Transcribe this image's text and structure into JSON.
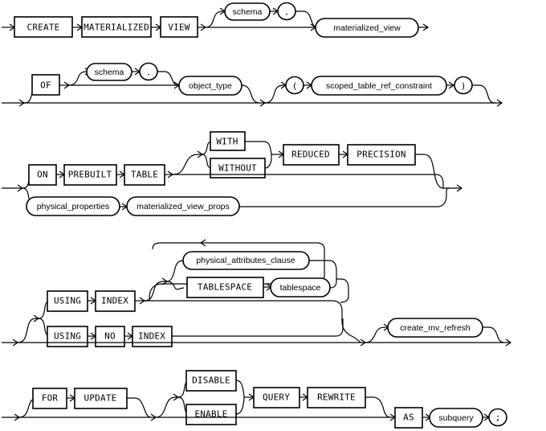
{
  "diagram": {
    "title": "create_materialized_view",
    "type": "railroad-syntax-diagram",
    "dialect": "Oracle SQL",
    "colors": {
      "background": "#ffffff",
      "line": "#000000",
      "text": "#000000"
    }
  },
  "rows": [
    {
      "id": "row-1",
      "nodes": [
        {
          "id": "create",
          "kind": "keyword",
          "label": "CREATE"
        },
        {
          "id": "materialized",
          "kind": "keyword",
          "label": "MATERIALIZED"
        },
        {
          "id": "view",
          "kind": "keyword",
          "label": "VIEW"
        },
        {
          "id": "schema-1",
          "kind": "nonterminal",
          "label": "schema"
        },
        {
          "id": "dot-1",
          "kind": "punctuation",
          "label": "."
        },
        {
          "id": "materialized-view",
          "kind": "nonterminal",
          "label": "materialized_view"
        }
      ]
    },
    {
      "id": "row-2",
      "nodes": [
        {
          "id": "of",
          "kind": "keyword",
          "label": "OF"
        },
        {
          "id": "schema-2",
          "kind": "nonterminal",
          "label": "schema"
        },
        {
          "id": "dot-2",
          "kind": "punctuation",
          "label": "."
        },
        {
          "id": "object-type",
          "kind": "nonterminal",
          "label": "object_type"
        },
        {
          "id": "lparen",
          "kind": "punctuation",
          "label": "("
        },
        {
          "id": "scoped-table-ref-constraint",
          "kind": "nonterminal",
          "label": "scoped_table_ref_constraint"
        },
        {
          "id": "rparen",
          "kind": "punctuation",
          "label": ")"
        }
      ]
    },
    {
      "id": "row-3",
      "nodes": [
        {
          "id": "on",
          "kind": "keyword",
          "label": "ON"
        },
        {
          "id": "prebuilt",
          "kind": "keyword",
          "label": "PREBUILT"
        },
        {
          "id": "table",
          "kind": "keyword",
          "label": "TABLE"
        },
        {
          "id": "with",
          "kind": "keyword",
          "label": "WITH"
        },
        {
          "id": "without",
          "kind": "keyword",
          "label": "WITHOUT"
        },
        {
          "id": "reduced",
          "kind": "keyword",
          "label": "REDUCED"
        },
        {
          "id": "precision",
          "kind": "keyword",
          "label": "PRECISION"
        },
        {
          "id": "physical-properties",
          "kind": "nonterminal",
          "label": "physical_properties"
        },
        {
          "id": "materialized-view-props",
          "kind": "nonterminal",
          "label": "materialized_view_props"
        }
      ]
    },
    {
      "id": "row-4",
      "nodes": [
        {
          "id": "physical-attributes-clause",
          "kind": "nonterminal",
          "label": "physical_attributes_clause"
        },
        {
          "id": "tablespace-kw",
          "kind": "keyword",
          "label": "TABLESPACE"
        },
        {
          "id": "tablespace-name",
          "kind": "nonterminal",
          "label": "tablespace"
        },
        {
          "id": "using-1",
          "kind": "keyword",
          "label": "USING"
        },
        {
          "id": "index-1",
          "kind": "keyword",
          "label": "INDEX"
        },
        {
          "id": "using-2",
          "kind": "keyword",
          "label": "USING"
        },
        {
          "id": "no",
          "kind": "keyword",
          "label": "NO"
        },
        {
          "id": "index-2",
          "kind": "keyword",
          "label": "INDEX"
        },
        {
          "id": "create-mv-refresh",
          "kind": "nonterminal",
          "label": "create_mv_refresh"
        }
      ]
    },
    {
      "id": "row-5",
      "nodes": [
        {
          "id": "for",
          "kind": "keyword",
          "label": "FOR"
        },
        {
          "id": "update",
          "kind": "keyword",
          "label": "UPDATE"
        },
        {
          "id": "disable",
          "kind": "keyword",
          "label": "DISABLE"
        },
        {
          "id": "enable",
          "kind": "keyword",
          "label": "ENABLE"
        },
        {
          "id": "query",
          "kind": "keyword",
          "label": "QUERY"
        },
        {
          "id": "rewrite",
          "kind": "keyword",
          "label": "REWRITE"
        },
        {
          "id": "as",
          "kind": "keyword",
          "label": "AS"
        },
        {
          "id": "subquery",
          "kind": "nonterminal",
          "label": "subquery"
        },
        {
          "id": "semicolon",
          "kind": "punctuation",
          "label": ";"
        }
      ]
    }
  ],
  "labels": {
    "create": "CREATE",
    "materialized": "MATERIALIZED",
    "view": "VIEW",
    "schema_1": "schema",
    "dot_1": ".",
    "materialized_view": "materialized_view",
    "of": "OF",
    "schema_2": "schema",
    "dot_2": ".",
    "object_type": "object_type",
    "lparen": "(",
    "scoped_table_ref_constraint": "scoped_table_ref_constraint",
    "rparen": ")",
    "on": "ON",
    "prebuilt": "PREBUILT",
    "table": "TABLE",
    "with": "WITH",
    "without": "WITHOUT",
    "reduced": "REDUCED",
    "precision": "PRECISION",
    "physical_properties": "physical_properties",
    "materialized_view_props": "materialized_view_props",
    "physical_attributes_clause": "physical_attributes_clause",
    "tablespace_kw": "TABLESPACE",
    "tablespace_name": "tablespace",
    "using_1": "USING",
    "index_1": "INDEX",
    "using_2": "USING",
    "no": "NO",
    "index_2": "INDEX",
    "create_mv_refresh": "create_mv_refresh",
    "for": "FOR",
    "update": "UPDATE",
    "disable": "DISABLE",
    "enable": "ENABLE",
    "query": "QUERY",
    "rewrite": "REWRITE",
    "as": "AS",
    "subquery": "subquery",
    "semicolon": ";"
  }
}
